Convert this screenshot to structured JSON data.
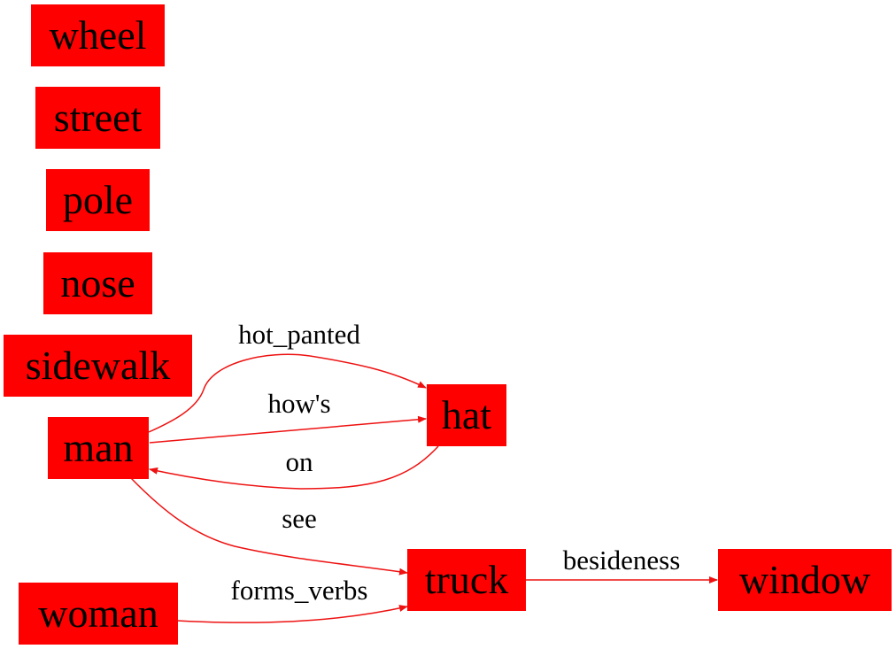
{
  "colors": {
    "node_fill": "#ff0000",
    "edge": "#ee1111",
    "text": "#000000",
    "background": "#ffffff"
  },
  "nodes": {
    "wheel": "wheel",
    "street": "street",
    "pole": "pole",
    "nose": "nose",
    "sidewalk": "sidewalk",
    "man": "man",
    "hat": "hat",
    "truck": "truck",
    "window": "window",
    "woman": "woman"
  },
  "edges": {
    "man_hat_hot_panted": "hot_panted",
    "man_hat_hows": "how's",
    "hat_man_on": "on",
    "man_truck_see": "see",
    "woman_truck_forms_verbs": "forms_verbs",
    "truck_window_besideness": "besideness"
  }
}
